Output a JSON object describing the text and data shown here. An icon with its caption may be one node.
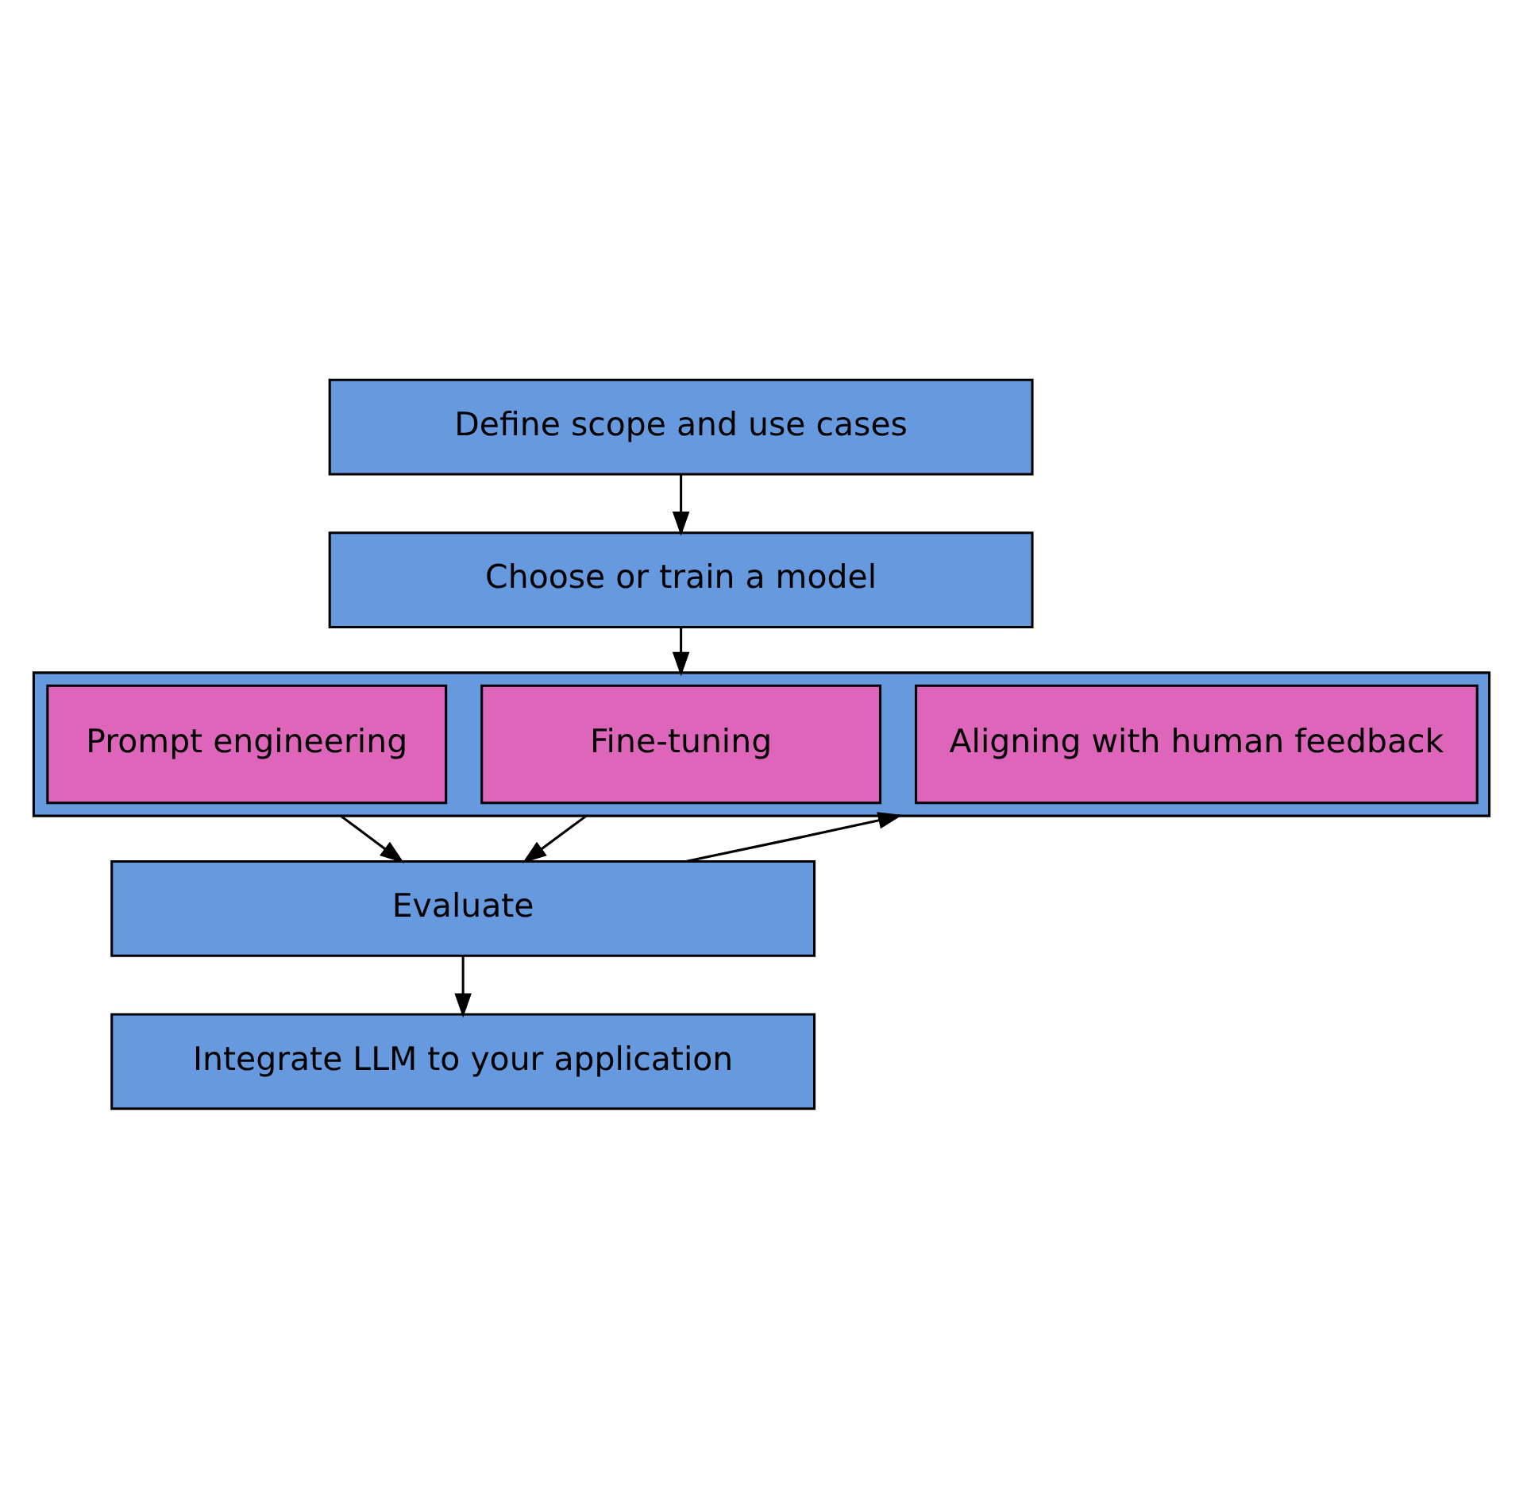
{
  "diagram": {
    "nodes": [
      {
        "text": [
          "Define scope and use cases"
        ]
      },
      {
        "text": [
          "Choose or train a model"
        ]
      },
      {
        "text": [],
        "shape": "box"
      },
      {
        "text": [
          "Prompt engineering"
        ],
        "in": 2
      },
      {
        "text": [
          "Fine-tuning"
        ],
        "in": 2
      },
      {
        "text": [
          "Aligning with human feedback"
        ],
        "in": 2
      },
      {
        "text": [
          "Evaluate"
        ]
      },
      {
        "text": [
          "Integrate LLM to your application"
        ]
      }
    ],
    "edges": [
      {
        "from": 0,
        "to": 1,
        "arrow": "to"
      },
      {
        "from": 1,
        "to": 2,
        "arrow": "to"
      },
      {
        "from": 2,
        "to": 6,
        "arrow": "to"
      },
      {
        "from": 2,
        "to": 6,
        "arrow": "to"
      },
      {
        "from": 6,
        "to": 2,
        "arrow": "to"
      },
      {
        "from": 6,
        "to": 7,
        "arrow": "to"
      }
    ]
  }
}
